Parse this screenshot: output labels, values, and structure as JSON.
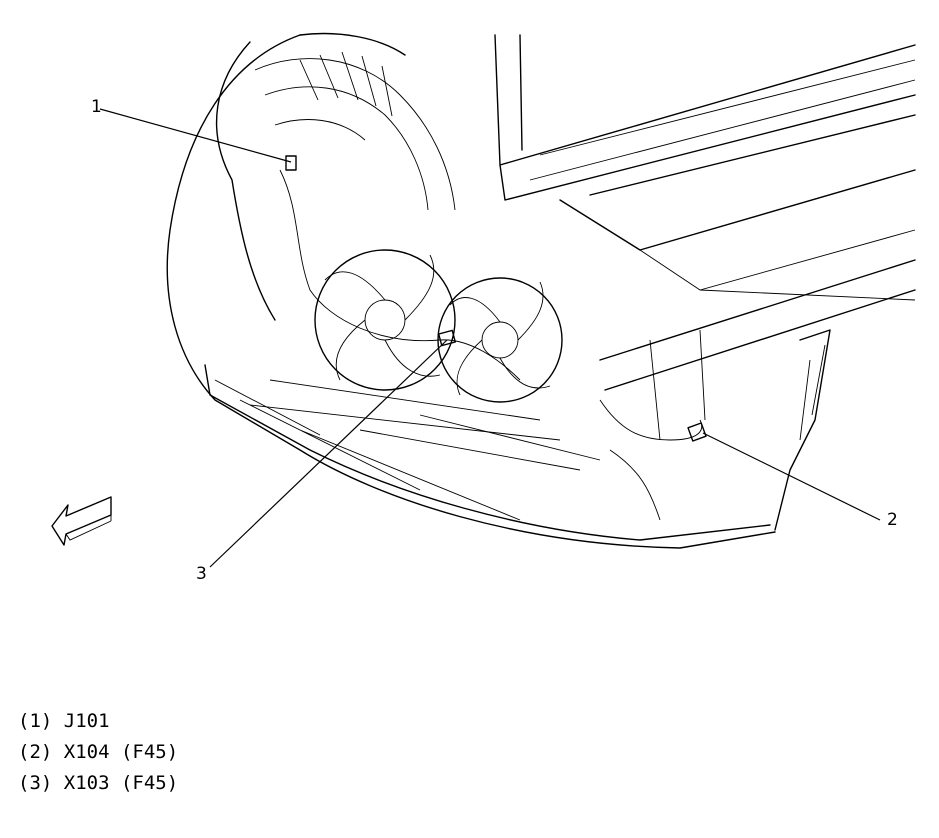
{
  "callouts": [
    {
      "number": "1"
    },
    {
      "number": "2"
    },
    {
      "number": "3"
    }
  ],
  "legend": [
    {
      "text": "(1) J101"
    },
    {
      "text": "(2) X104 (F45)"
    },
    {
      "text": "(3) X103 (F45)"
    }
  ],
  "icons": {
    "direction_arrow": "front-arrow-icon"
  }
}
